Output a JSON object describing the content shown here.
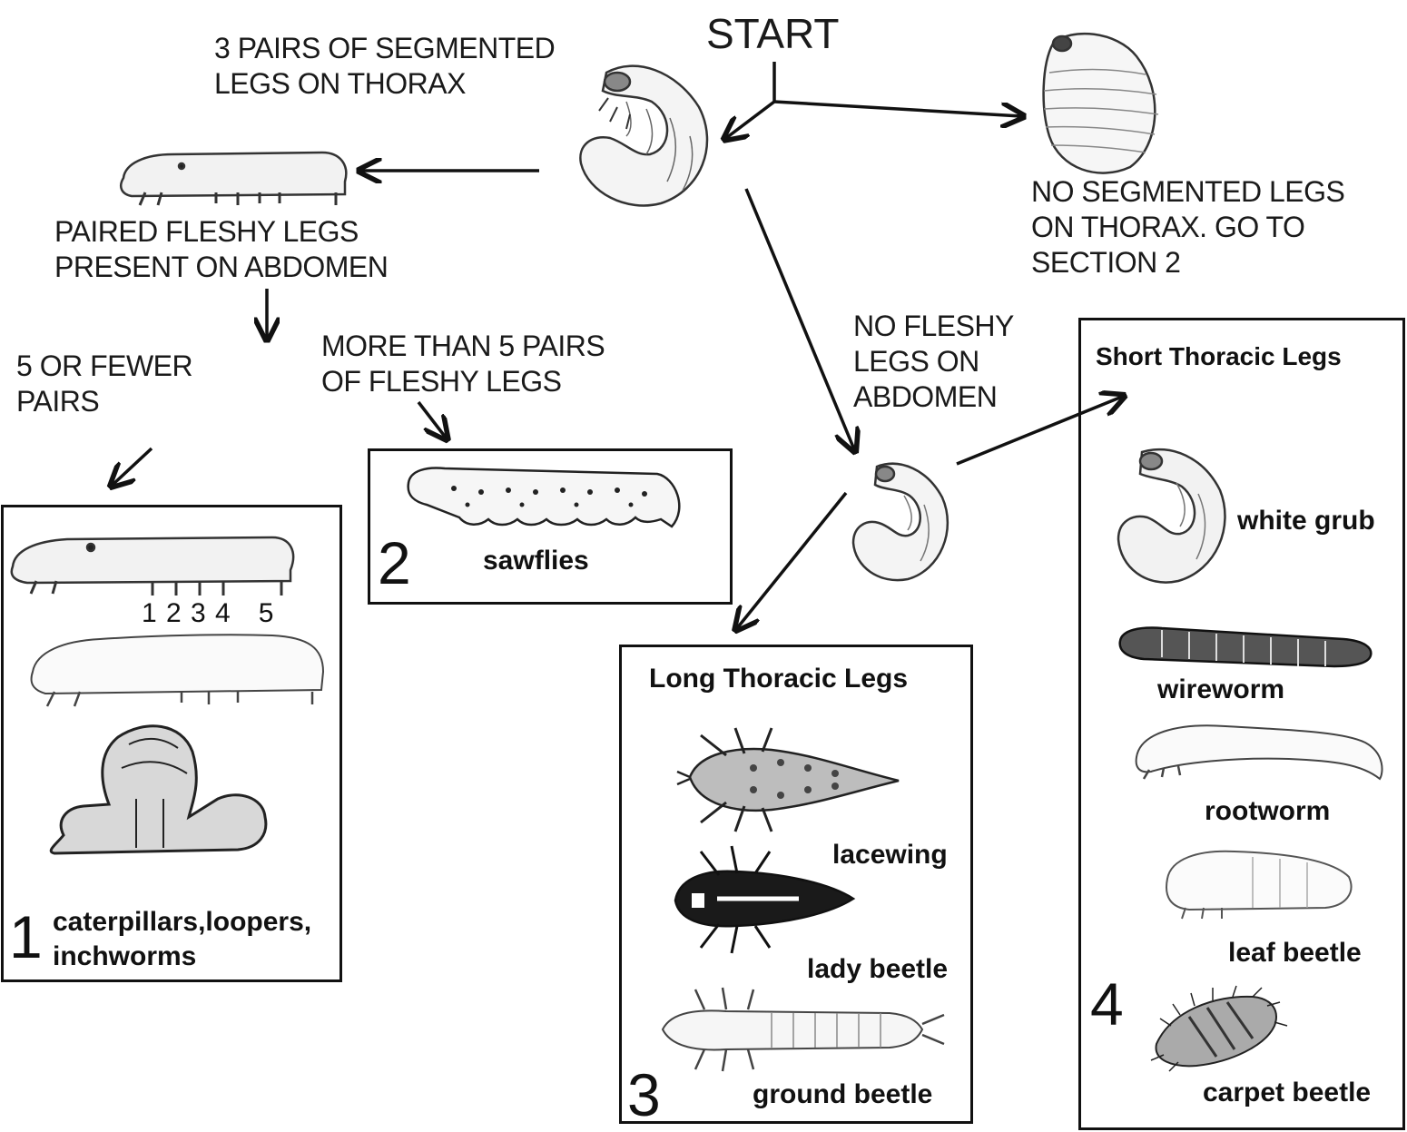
{
  "start": "START",
  "labels": {
    "segmented_legs": "3 PAIRS OF SEGMENTED\nLEGS ON THORAX",
    "no_segmented_legs": "NO SEGMENTED LEGS\nON THORAX. GO TO\nSECTION 2",
    "paired_fleshy": "PAIRED FLESHY LEGS\nPRESENT ON ABDOMEN",
    "five_or_fewer": "5 OR FEWER\nPAIRS",
    "more_than_five": "MORE THAN 5 PAIRS\nOF FLESHY LEGS",
    "no_fleshy": "NO FLESHY\nLEGS ON\nABDOMEN"
  },
  "box1": {
    "number": "1",
    "leg_numbers": "1 2 3 4   5",
    "caption": "caterpillars,loopers,\ninchworms"
  },
  "box2": {
    "number": "2",
    "caption": "sawflies"
  },
  "box3": {
    "number": "3",
    "title": "Long Thoracic Legs",
    "items": [
      "lacewing",
      "lady beetle",
      "ground beetle"
    ]
  },
  "box4": {
    "number": "4",
    "title": "Short Thoracic Legs",
    "items": [
      "white grub",
      "wireworm",
      "rootworm",
      "leaf beetle",
      "carpet beetle"
    ]
  },
  "icons": [
    "grub-icon",
    "maggot-icon",
    "caterpillar-icon",
    "sawfly-larva-icon",
    "looper-icon",
    "lacewing-larva-icon",
    "lady-beetle-larva-icon",
    "ground-beetle-larva-icon",
    "wireworm-icon",
    "rootworm-icon",
    "leaf-beetle-larva-icon",
    "carpet-beetle-larva-icon"
  ]
}
